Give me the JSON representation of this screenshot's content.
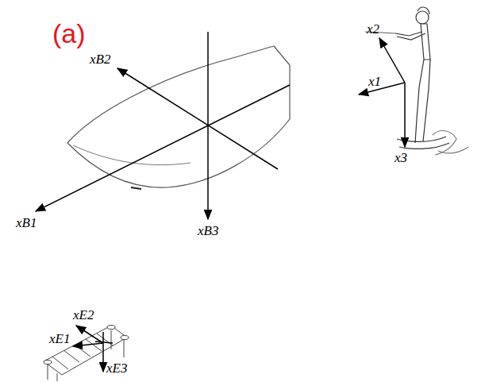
{
  "diagram": {
    "labels": [
      "(a)",
      "x2",
      "x1",
      "x3",
      "xB2",
      "xB1",
      "xB3",
      "xE2",
      "xE1",
      "xE3"
    ]
  }
}
